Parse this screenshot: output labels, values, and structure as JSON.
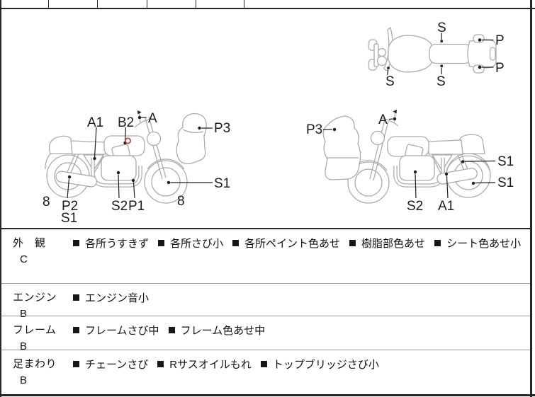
{
  "header_row": {
    "cells": [
      "",
      "",
      "",
      "",
      "",
      ""
    ]
  },
  "diagram": {
    "top_view": {
      "s_top": "S",
      "p_top": "P",
      "p_bottom": "P",
      "s_bottom_left": "S",
      "s_bottom_mid": "S"
    },
    "left_view": {
      "a1": "A1",
      "b2": "B2",
      "a": "A",
      "p3": "P3",
      "s1_front_wheel": "S1",
      "num8_left": "8",
      "p2": "P2",
      "s1_below_p2": "S1",
      "s2": "S2",
      "p1": "P1",
      "num8_right": "8"
    },
    "right_view": {
      "p3": "P3",
      "a": "A",
      "s1_shock": "S1",
      "s1_wheel": "S1",
      "s2": "S2",
      "a1": "A1"
    }
  },
  "sections": [
    {
      "name": "外　観",
      "grade": "C",
      "items": [
        "各所うすきず",
        "各所さび小",
        "各所ペイント色あせ",
        "樹脂部色あせ",
        "シート色あせ小"
      ]
    },
    {
      "name": "エンジン",
      "grade": "B",
      "items": [
        "エンジン音小"
      ]
    },
    {
      "name": "フレーム",
      "grade": "B",
      "items": [
        "フレームさび中",
        "フレーム色あせ中"
      ]
    },
    {
      "name": "足まわり",
      "grade": "B",
      "items": [
        "チェーンさび",
        "Rサスオイルもれ",
        "トップブリッジさび小"
      ]
    }
  ],
  "colors": {
    "outline": "#ababab",
    "label_text": "#1b1b1b",
    "marker_red": "#b4403a",
    "border_dark": "#262626",
    "border_light": "#9c9c9c"
  }
}
